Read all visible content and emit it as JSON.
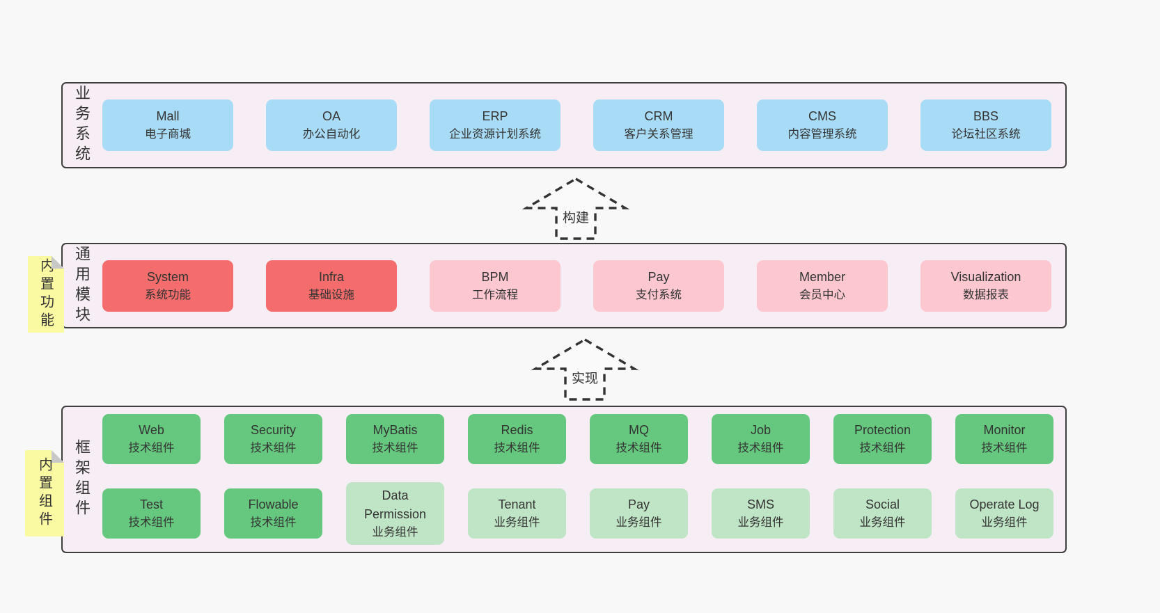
{
  "colors": {
    "canvas_bg": "#f8f8f8",
    "band_bg": "#f7edf5",
    "band_border": "#3e3e3e",
    "blue": "#a8dbf5",
    "red": "#f56c6c",
    "pink": "#fcc7ce",
    "green": "#66c87e",
    "lightgreen": "#c0e5c6",
    "sticky_yellow": "#fafaa2",
    "fold_gray": "#c8c8c8",
    "arrow_stroke": "#333333",
    "text": "#333333"
  },
  "arrows": [
    {
      "label": "构建"
    },
    {
      "label": "实现"
    }
  ],
  "bands": [
    {
      "id": "business-systems",
      "label": "业务系统",
      "tab": null,
      "rows": [
        [
          {
            "en": "Mall",
            "zh": "电子商城",
            "color": "blue"
          },
          {
            "en": "OA",
            "zh": "办公自动化",
            "color": "blue"
          },
          {
            "en": "ERP",
            "zh": "企业资源计划系统",
            "color": "blue"
          },
          {
            "en": "CRM",
            "zh": "客户关系管理",
            "color": "blue"
          },
          {
            "en": "CMS",
            "zh": "内容管理系统",
            "color": "blue"
          },
          {
            "en": "BBS",
            "zh": "论坛社区系统",
            "color": "blue"
          }
        ]
      ]
    },
    {
      "id": "common-modules",
      "label": "通用模块",
      "tab": "内置功能",
      "rows": [
        [
          {
            "en": "System",
            "zh": "系统功能",
            "color": "red"
          },
          {
            "en": "Infra",
            "zh": "基础设施",
            "color": "red"
          },
          {
            "en": "BPM",
            "zh": "工作流程",
            "color": "pink"
          },
          {
            "en": "Pay",
            "zh": "支付系统",
            "color": "pink"
          },
          {
            "en": "Member",
            "zh": "会员中心",
            "color": "pink"
          },
          {
            "en": "Visualization",
            "zh": "数据报表",
            "color": "pink"
          }
        ]
      ]
    },
    {
      "id": "framework-components",
      "label": "框架组件",
      "tab": "内置组件",
      "rows": [
        [
          {
            "en": "Web",
            "zh": "技术组件",
            "color": "green"
          },
          {
            "en": "Security",
            "zh": "技术组件",
            "color": "green"
          },
          {
            "en": "MyBatis",
            "zh": "技术组件",
            "color": "green"
          },
          {
            "en": "Redis",
            "zh": "技术组件",
            "color": "green"
          },
          {
            "en": "MQ",
            "zh": "技术组件",
            "color": "green"
          },
          {
            "en": "Job",
            "zh": "技术组件",
            "color": "green"
          },
          {
            "en": "Protection",
            "zh": "技术组件",
            "color": "green"
          },
          {
            "en": "Monitor",
            "zh": "技术组件",
            "color": "green"
          }
        ],
        [
          {
            "en": "Test",
            "zh": "技术组件",
            "color": "green"
          },
          {
            "en": "Flowable",
            "zh": "技术组件",
            "color": "green"
          },
          {
            "en": "Data Permission",
            "zh": "业务组件",
            "color": "lightgreen"
          },
          {
            "en": "Tenant",
            "zh": "业务组件",
            "color": "lightgreen"
          },
          {
            "en": "Pay",
            "zh": "业务组件",
            "color": "lightgreen"
          },
          {
            "en": "SMS",
            "zh": "业务组件",
            "color": "lightgreen"
          },
          {
            "en": "Social",
            "zh": "业务组件",
            "color": "lightgreen"
          },
          {
            "en": "Operate Log",
            "zh": "业务组件",
            "color": "lightgreen"
          }
        ]
      ]
    }
  ]
}
